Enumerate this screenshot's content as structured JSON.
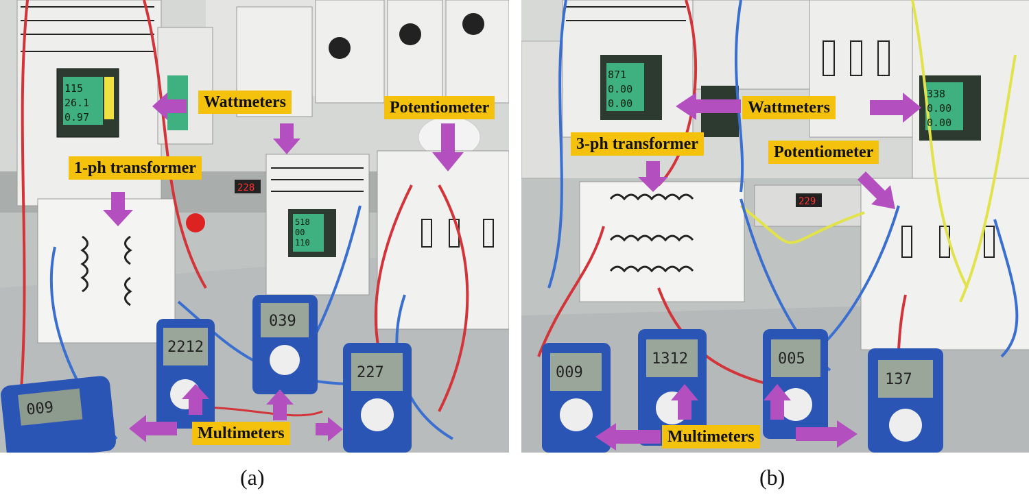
{
  "panel_a": {
    "labels": {
      "wattmeters": "Wattmeters",
      "potentiometer": "Potentiometer",
      "transformer": "1-ph transformer",
      "multimeters": "Multimeters"
    },
    "caption": "(a)",
    "meter_readings": {
      "wattmeter_main": [
        "115",
        "26.1",
        "0.97"
      ],
      "wattmeter_second": [
        "518",
        "00",
        "110"
      ],
      "multimeters": [
        "009",
        "2212",
        "039",
        "227"
      ],
      "counter": "228"
    }
  },
  "panel_b": {
    "labels": {
      "wattmeters": "Wattmeters",
      "transformer": "3-ph transformer",
      "potentiometer": "Potentiometer",
      "multimeters": "Multimeters"
    },
    "caption": "(b)",
    "meter_readings": {
      "wattmeter_left": [
        "871",
        "0.00",
        "0.00"
      ],
      "wattmeter_right": [
        "338",
        "0.00",
        "0.00"
      ],
      "multimeters": [
        "009",
        "1312",
        "005",
        "137"
      ],
      "counter": "229"
    }
  },
  "colors": {
    "label_bg": "#f4c20d",
    "arrow": "#b44fc0",
    "wire_red": "#d2343a",
    "wire_blue": "#3a6fd0",
    "lcd": "#3fb07f"
  }
}
